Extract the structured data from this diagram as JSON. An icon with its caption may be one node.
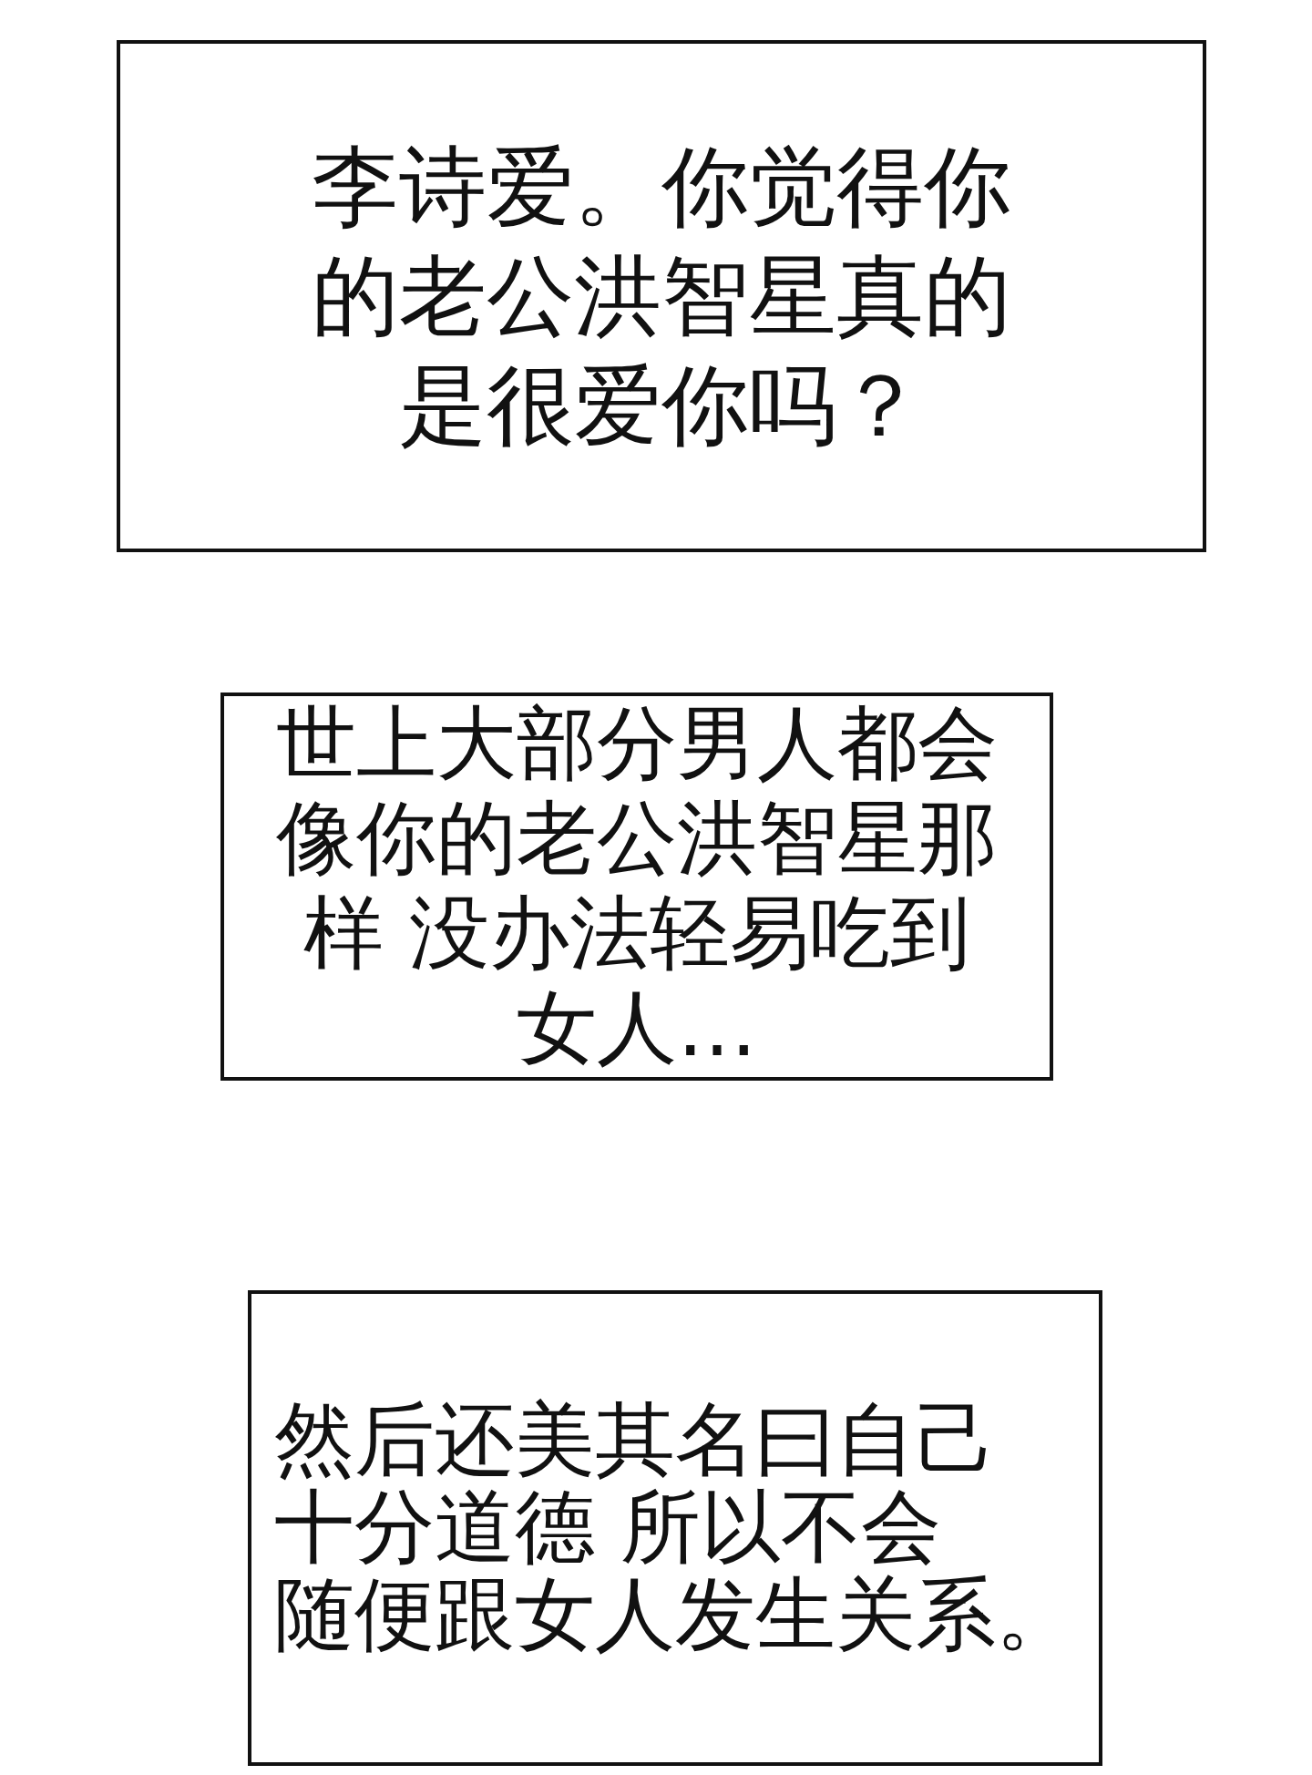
{
  "diagram": {
    "nodes": [
      {
        "text": [
          "李诗爱。你觉得你的老公洪智星真的是很爱你吗？"
        ]
      },
      {
        "text": [
          "世上大部分男人都会像你的老公洪智星那样 没办法轻易吃到女人…"
        ]
      },
      {
        "text": [
          "然后还美其名曰自己十分道德 所以不会随便跟女人发生关系。"
        ]
      }
    ]
  }
}
